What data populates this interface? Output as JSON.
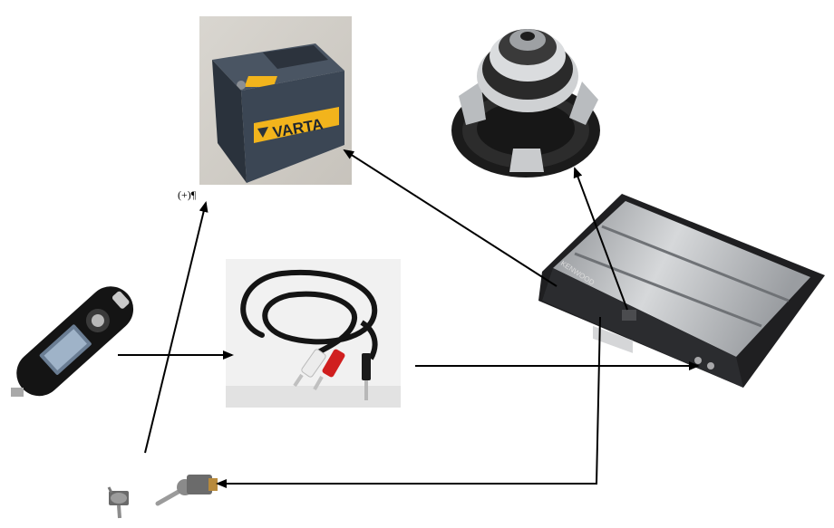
{
  "labels": {
    "battery_terminal": "(+)¶"
  },
  "battery": {
    "brand": "VARTA"
  },
  "amplifier": {
    "brand": "KENWOOD"
  },
  "icons": {
    "battery": "car-battery",
    "subwoofer": "subwoofer-speaker",
    "amplifier": "car-amplifier",
    "player": "mp3-player",
    "cable": "rca-aux-cable",
    "switch": "toggle-switch"
  },
  "colors": {
    "arrow": "#000000",
    "battery_body": "#3b4654",
    "varta_yellow": "#f2b41c",
    "amp_silver": "#b7b9bc",
    "rca_red": "#d01f1f",
    "rca_white": "#ececec"
  }
}
